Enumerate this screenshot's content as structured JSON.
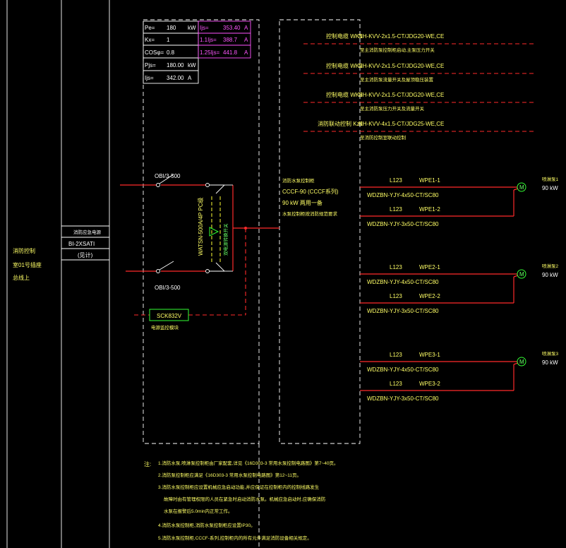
{
  "colors": {
    "background": "#000000",
    "wire": "#ff2a2a",
    "text": "#ffffff",
    "label": "#ffff66",
    "highlight": "#ff55ff",
    "green": "#33ff33"
  },
  "left_panel": {
    "title_line1": "消防控制",
    "title_line2": "室01号插座",
    "title_line3": "总线上"
  },
  "cable_box": {
    "line1": "消防应急电源",
    "line2": "BI-2XSATI",
    "line3": "(见计)"
  },
  "params": [
    {
      "label": "Pe=",
      "value": "180",
      "unit": "kW"
    },
    {
      "label": "Kx=",
      "value": "1",
      "unit": ""
    },
    {
      "label": "COSφ=",
      "value": "0.8",
      "unit": ""
    },
    {
      "label": "Pjs=",
      "value": "180.00",
      "unit": "kW"
    },
    {
      "label": "Ijs=",
      "value": "342.00",
      "unit": "A"
    }
  ],
  "current_params": [
    {
      "label": "Ijs=",
      "value": "353.40",
      "unit": "A"
    },
    {
      "label": "1.1Ijs=",
      "value": "388.7",
      "unit": "A"
    },
    {
      "label": "1.25Ijs=",
      "value": "441.8",
      "unit": "A"
    }
  ],
  "breakers": {
    "top": "OBI/3-500",
    "bottom": "OBI/3-500",
    "ats": "WATSN-500A/4P PC级",
    "ats_side": "双电源转换开关"
  },
  "surge": {
    "model": "SCK832V",
    "desc": "电源监控模块"
  },
  "controller": {
    "line1": "消防水泵控制柜",
    "line2": "CCCF-90 (CCCF系列)",
    "line3": "90 kW  两用一备",
    "line4": "水泵控制柜按消防规范要求"
  },
  "control_circuits": [
    {
      "label": "控制电缆 WK1",
      "cable": "NH-KVV-2x1.5-CT/JDG20-WE,CE",
      "note": "至主消防泵控制柜启动,主泵压力开关"
    },
    {
      "label": "控制电缆 WK2",
      "cable": "NH-KVV-2x1.5-CT/JDG20-WE,CE",
      "note": "至主消防泵流量开关及屋顶稳压装置"
    },
    {
      "label": "控制电缆 WK3",
      "cable": "NH-KVV-2x1.5-CT/JDG20-WE,CE",
      "note": "至主消防泵压力开关及流量开关"
    },
    {
      "label": "消防联动控制 Kz1",
      "cable": "NH-KVV-4x1.5-CT/JDG25-WE,CE",
      "note": "至消防控制室联动控制"
    }
  ],
  "pumps": [
    {
      "name": "喷淋泵1",
      "power": "90 kW",
      "phase1": "L123",
      "circuit1": "WPE1-1",
      "cable1": "WDZBN-YJY-4x50-CT/SC80",
      "phase2": "L123",
      "circuit2": "WPE1-2",
      "cable2": "WDZBN-YJY-3x50-CT/SC80"
    },
    {
      "name": "喷淋泵2",
      "power": "90 kW",
      "phase1": "L123",
      "circuit1": "WPE2-1",
      "cable1": "WDZBN-YJY-4x50-CT/SC80",
      "phase2": "L123",
      "circuit2": "WPE2-2",
      "cable2": "WDZBN-YJY-3x50-CT/SC80"
    },
    {
      "name": "喷淋泵3",
      "power": "90 kW",
      "phase1": "L123",
      "circuit1": "WPE3-1",
      "cable1": "WDZBN-YJY-4x50-CT/SC80",
      "phase2": "L123",
      "circuit2": "WPE3-2",
      "cable2": "WDZBN-YJY-3x50-CT/SC80"
    }
  ],
  "motor_symbol": "M",
  "notes": {
    "heading": "注:",
    "lines": [
      "1.消防水泵,喷淋泵控制柜由厂家配套,详见《16D303-3 常用水泵控制电路图》第7~40页。",
      "2.消防泵控制柜应满足《16D303-3 常用水泵控制电路图》第12~11页。",
      "3.消防水泵控制柜应设置机械应急启动功能,并应保证在控制柜内的控制线路发生",
      "故障时由有管理权限的人员在紧急时启动消防水泵。机械应急启动时,应确保消防",
      "水泵在报警后5.0min内正常工作。",
      "4.消防水泵控制柜,消防水泵控制柜应设置IP30。",
      "5.消防水泵控制柜,CCCF-系列,控制柜内的所有元件满足消防设备相关规定。"
    ]
  }
}
